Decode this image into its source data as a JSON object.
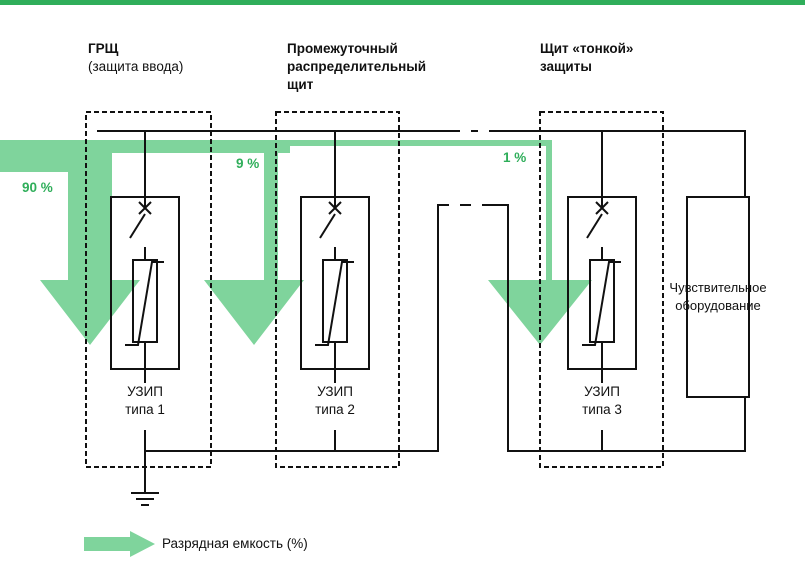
{
  "colors": {
    "accent": "#2fae5a",
    "arrow": "#7fd49c",
    "line": "#111111"
  },
  "panels": [
    {
      "title": "ГРЩ",
      "subtitle": "(защита ввода)"
    },
    {
      "title_lines": [
        "Промежуточный",
        "распределительный",
        "щит"
      ]
    },
    {
      "title_lines": [
        "Щит «тонкой»",
        "защиты"
      ]
    }
  ],
  "percentages": [
    "90 %",
    "9 %",
    "1 %"
  ],
  "devices": [
    {
      "line1": "УЗИП",
      "line2": "типа 1"
    },
    {
      "line1": "УЗИП",
      "line2": "типа 2"
    },
    {
      "line1": "УЗИП",
      "line2": "типа 3"
    }
  ],
  "equipment": {
    "line1": "Чувствительное",
    "line2": "оборудование"
  },
  "legend": {
    "label": "Разрядная емкость (%)"
  }
}
